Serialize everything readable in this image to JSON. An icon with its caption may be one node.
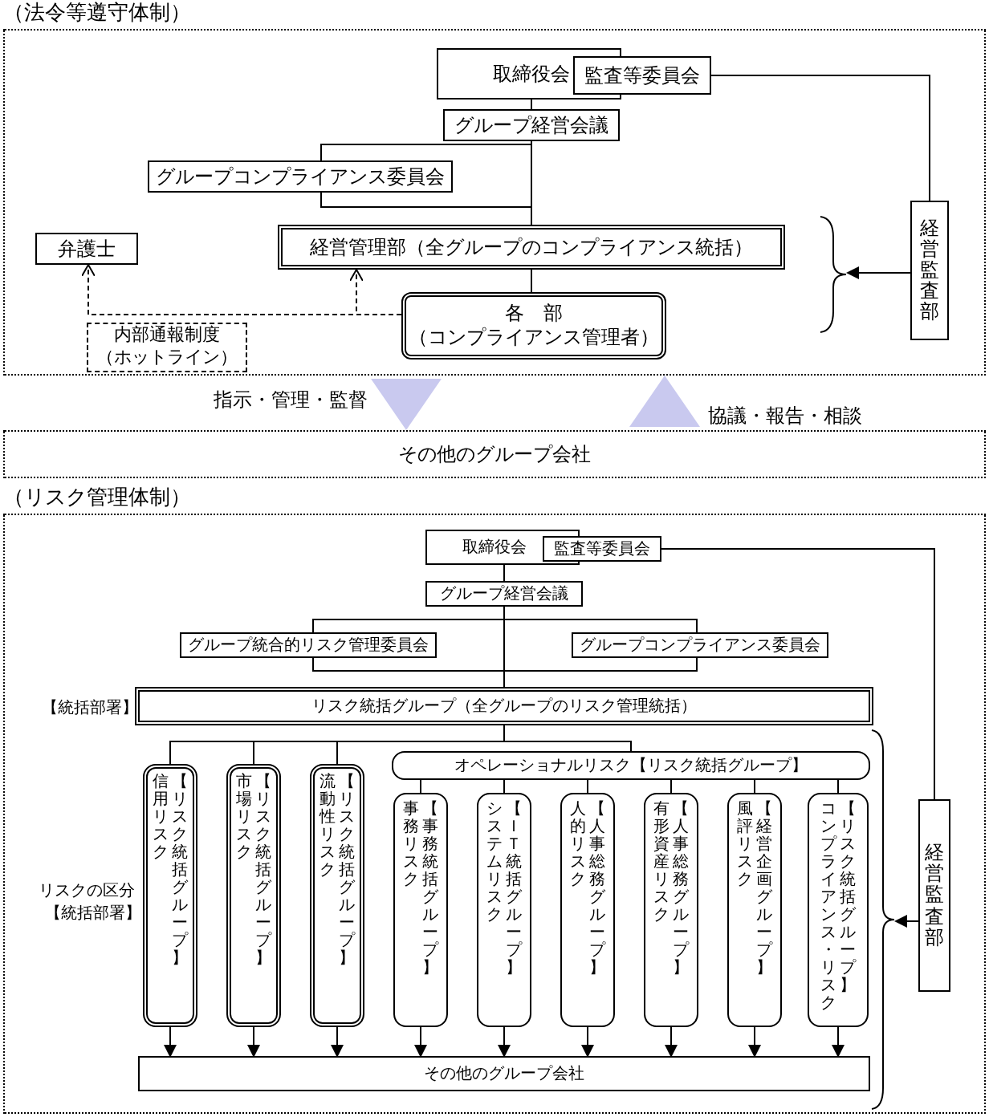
{
  "diagram": {
    "nodes": [
      {
        "text": [
          "（法令等遵守体制）"
        ]
      },
      {
        "text": [
          "取締役会"
        ],
        "in": 0
      },
      {
        "text": [
          "監査等委員会"
        ],
        "in": 0
      },
      {
        "text": [
          "グループ経営会議"
        ],
        "in": 0
      },
      {
        "text": [
          "グループコンプライアンス委員会"
        ],
        "in": 0
      },
      {
        "text": [
          "弁護士"
        ],
        "in": 0
      },
      {
        "text": [
          "経営管理部（全グループのコンプライアンス統括）"
        ],
        "in": 0
      },
      {
        "text": [
          "各　部",
          "（コンプライアンス管理者）"
        ],
        "in": 0
      },
      {
        "text": [
          "内部通報制度（ホットライン）"
        ],
        "in": 0
      },
      {
        "text": [
          "経営監査部"
        ],
        "in": 0
      },
      {
        "text": [
          "その他のグループ会社"
        ]
      },
      {
        "text": [
          "（リスク管理体制）"
        ]
      },
      {
        "text": [
          "取締役会"
        ],
        "in": 11
      },
      {
        "text": [
          "監査等委員会"
        ],
        "in": 11
      },
      {
        "text": [
          "グループ経営会議"
        ],
        "in": 11
      },
      {
        "text": [
          "グループ統合的リスク管理委員会"
        ],
        "in": 11
      },
      {
        "text": [
          "グループコンプライアンス委員会"
        ],
        "in": 11
      },
      {
        "text": [
          "リスク統括グループ（全グループのリスク管理統括）"
        ],
        "in": 11,
        "beside": [
          "【統括部署】"
        ]
      },
      {
        "text": [
          "信用リスク",
          "【リスク統括グループ】"
        ],
        "in": 11
      },
      {
        "text": [
          "市場リスク",
          "【リスク統括グループ】"
        ],
        "in": 11
      },
      {
        "text": [
          "流動性リスク",
          "【リスク統括グループ】"
        ],
        "in": 11
      },
      {
        "text": [
          "オペレーショナルリスク【リスク統括グループ】"
        ],
        "in": 11
      },
      {
        "text": [
          "事務リスク",
          "【事務統括グループ】"
        ],
        "in": 11
      },
      {
        "text": [
          "システムリスク",
          "【ＩＴ統括グループ】"
        ],
        "in": 11
      },
      {
        "text": [
          "人的リスク",
          "【人事総務グループ】"
        ],
        "in": 11
      },
      {
        "text": [
          "有形資産リスク",
          "【人事総務グループ】"
        ],
        "in": 11
      },
      {
        "text": [
          "風評リスク",
          "【経営企画グループ】"
        ],
        "in": 11
      },
      {
        "text": [
          "コンプライアンス・リスク",
          "【リスク統括グループ】"
        ],
        "in": 11
      },
      {
        "text": [
          "その他のグループ会社"
        ],
        "in": 11
      },
      {
        "text": [
          "経営監査部"
        ],
        "in": 11
      },
      {
        "text": [],
        "shape": "brace",
        "in": 0
      },
      {
        "text": [],
        "shape": "brace",
        "in": 11
      }
    ],
    "edges": [
      {
        "from": 1,
        "to": 3,
        "arrow": "none"
      },
      {
        "from": 3,
        "to": 6,
        "arrow": "none"
      },
      {
        "from": 4,
        "to": 3,
        "arrow": "none"
      },
      {
        "from": 6,
        "to": 7,
        "arrow": "none"
      },
      {
        "from": 7,
        "to": 5,
        "arrow": "to",
        "style": "dashed"
      },
      {
        "from": 7,
        "to": 6,
        "arrow": "to",
        "style": "dashed"
      },
      {
        "from": 2,
        "to": 9,
        "arrow": "none"
      },
      {
        "from": 9,
        "to": 30,
        "arrow": "to"
      },
      {
        "from": 0,
        "to": 10,
        "arrow": "to",
        "label": "指示・管理・監督",
        "color": "#c9c9ef"
      },
      {
        "from": 10,
        "to": 0,
        "arrow": "to",
        "label": "協議・報告・相談",
        "color": "#c9c9ef"
      },
      {
        "from": 12,
        "to": 14,
        "arrow": "none"
      },
      {
        "from": 14,
        "to": 17,
        "arrow": "none"
      },
      {
        "from": 15,
        "to": 14,
        "arrow": "none"
      },
      {
        "from": 16,
        "to": 14,
        "arrow": "none"
      },
      {
        "from": 17,
        "to": 18,
        "arrow": "none"
      },
      {
        "from": 17,
        "to": 19,
        "arrow": "none"
      },
      {
        "from": 17,
        "to": 20,
        "arrow": "none"
      },
      {
        "from": 17,
        "to": 21,
        "arrow": "none"
      },
      {
        "from": 21,
        "to": 22,
        "arrow": "none"
      },
      {
        "from": 21,
        "to": 23,
        "arrow": "none"
      },
      {
        "from": 21,
        "to": 24,
        "arrow": "none"
      },
      {
        "from": 21,
        "to": 25,
        "arrow": "none"
      },
      {
        "from": 21,
        "to": 26,
        "arrow": "none"
      },
      {
        "from": 21,
        "to": 27,
        "arrow": "none"
      },
      {
        "from": 18,
        "to": 28,
        "arrow": "to"
      },
      {
        "from": 19,
        "to": 28,
        "arrow": "to"
      },
      {
        "from": 20,
        "to": 28,
        "arrow": "to"
      },
      {
        "from": 22,
        "to": 28,
        "arrow": "to"
      },
      {
        "from": 23,
        "to": 28,
        "arrow": "to"
      },
      {
        "from": 24,
        "to": 28,
        "arrow": "to"
      },
      {
        "from": 25,
        "to": 28,
        "arrow": "to"
      },
      {
        "from": 26,
        "to": 28,
        "arrow": "to"
      },
      {
        "from": 27,
        "to": 28,
        "arrow": "to"
      },
      {
        "from": 13,
        "to": 29,
        "arrow": "none"
      },
      {
        "from": 29,
        "to": 31,
        "arrow": "to"
      }
    ],
    "labels": [
      "リスクの区分",
      "【統括部署】"
    ]
  }
}
